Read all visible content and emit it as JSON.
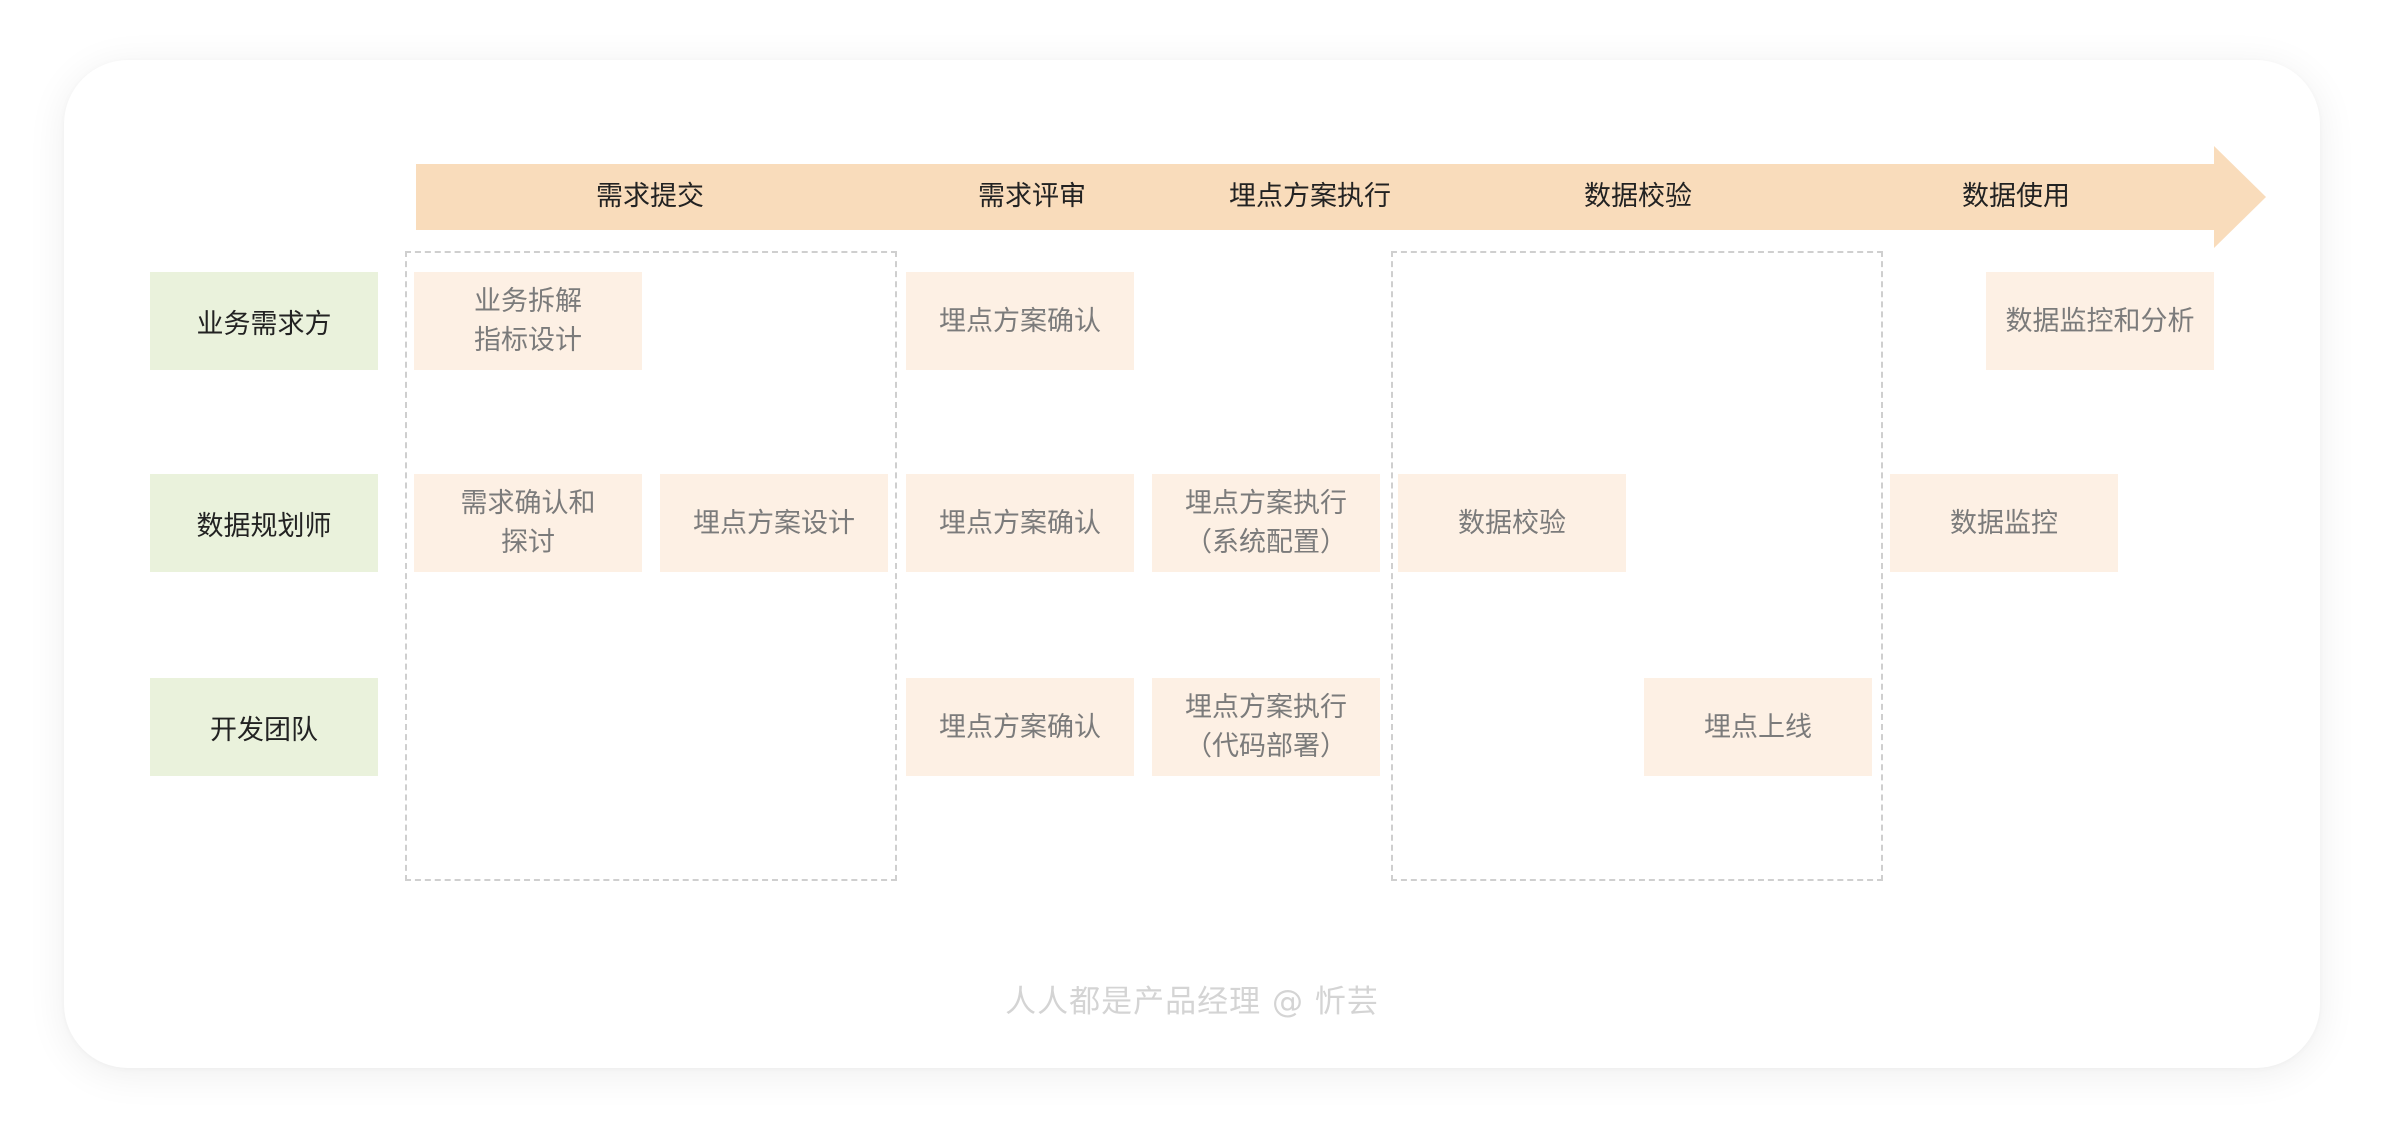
{
  "stages": [
    {
      "label": "需求提交"
    },
    {
      "label": "需求评审"
    },
    {
      "label": "埋点方案执行"
    },
    {
      "label": "数据校验"
    },
    {
      "label": "数据使用"
    }
  ],
  "roles": [
    {
      "label": "业务需求方"
    },
    {
      "label": "数据规划师"
    },
    {
      "label": "开发团队"
    }
  ],
  "tasks": {
    "business": [
      {
        "label": "业务拆解\n指标设计"
      },
      {
        "label": "埋点方案确认"
      },
      {
        "label": "数据监控和分析"
      }
    ],
    "planner": [
      {
        "label": "需求确认和\n探讨"
      },
      {
        "label": "埋点方案设计"
      },
      {
        "label": "埋点方案确认"
      },
      {
        "label": "埋点方案执行\n（系统配置）"
      },
      {
        "label": "数据校验"
      },
      {
        "label": "数据监控"
      }
    ],
    "dev": [
      {
        "label": "埋点方案确认"
      },
      {
        "label": "埋点方案执行\n（代码部署）"
      },
      {
        "label": "埋点上线"
      }
    ]
  },
  "watermark": "人人都是产品经理 @ 忻芸",
  "colors": {
    "arrow": "#f9dcbb",
    "role_bg": "#eaf2dc",
    "task_bg": "#fdf0e4",
    "dash_border": "#cfcfcf"
  }
}
